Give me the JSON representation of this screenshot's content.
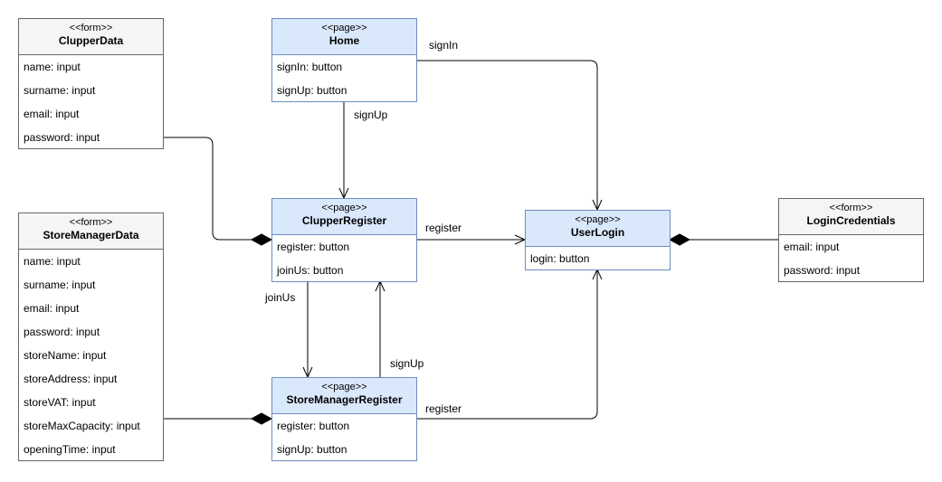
{
  "classes": {
    "clupper_data": {
      "stereotype": "<<form>>",
      "name": "ClupperData",
      "attrs": [
        "name: input",
        "surname: input",
        "email: input",
        "password: input"
      ]
    },
    "store_manager_data": {
      "stereotype": "<<form>>",
      "name": "StoreManagerData",
      "attrs": [
        "name: input",
        "surname: input",
        "email: input",
        "password: input",
        "storeName: input",
        "storeAddress: input",
        "storeVAT: input",
        "storeMaxCapacity: input",
        "openingTime: input"
      ]
    },
    "home": {
      "stereotype": "<<page>>",
      "name": "Home",
      "attrs": [
        "signIn: button",
        "signUp: button"
      ]
    },
    "clupper_register": {
      "stereotype": "<<page>>",
      "name": "ClupperRegister",
      "attrs": [
        "register: button",
        "joinUs: button"
      ]
    },
    "store_manager_register": {
      "stereotype": "<<page>>",
      "name": "StoreManagerRegister",
      "attrs": [
        "register: button",
        "signUp: button"
      ]
    },
    "user_login": {
      "stereotype": "<<page>>",
      "name": "UserLogin",
      "attrs": [
        "login: button"
      ]
    },
    "login_credentials": {
      "stereotype": "<<form>>",
      "name": "LoginCredentials",
      "attrs": [
        "email: input",
        "password: input"
      ]
    }
  },
  "edges": {
    "home_signin": "signIn",
    "home_signup": "signUp",
    "clupper_register_register": "register",
    "clupper_register_joinus": "joinUs",
    "store_manager_signup": "signUp",
    "store_manager_register_register": "register"
  },
  "colors": {
    "page_fill": "#dae8fc",
    "page_stroke": "#6c8ebf",
    "form_fill": "#f5f5f5",
    "form_stroke": "#666666"
  }
}
